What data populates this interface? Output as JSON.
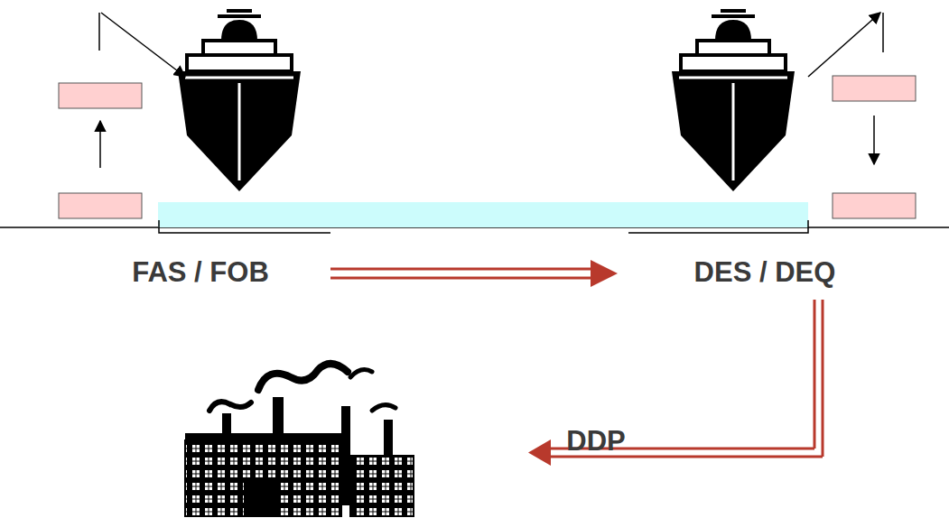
{
  "diagram": {
    "labels": [
      "FAS / FOB",
      "DES / DEQ",
      "DDP"
    ]
  }
}
